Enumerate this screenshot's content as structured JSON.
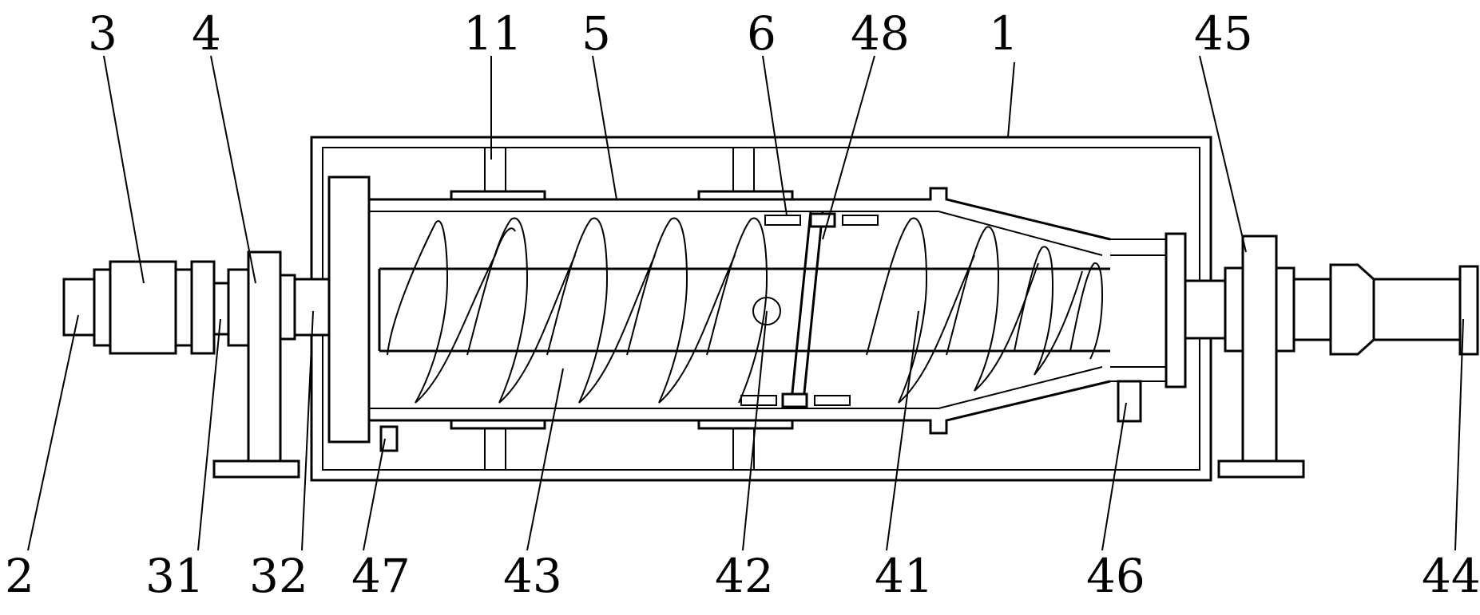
{
  "callouts": [
    {
      "id": "label-1",
      "text": "1"
    },
    {
      "id": "label-2",
      "text": "2"
    },
    {
      "id": "label-3",
      "text": "3"
    },
    {
      "id": "label-4",
      "text": "4"
    },
    {
      "id": "label-5",
      "text": "5"
    },
    {
      "id": "label-6",
      "text": "6"
    },
    {
      "id": "label-11",
      "text": "11"
    },
    {
      "id": "label-31",
      "text": "31"
    },
    {
      "id": "label-32",
      "text": "32"
    },
    {
      "id": "label-41",
      "text": "41"
    },
    {
      "id": "label-42",
      "text": "42"
    },
    {
      "id": "label-43",
      "text": "43"
    },
    {
      "id": "label-44",
      "text": "44"
    },
    {
      "id": "label-45",
      "text": "45"
    },
    {
      "id": "label-46",
      "text": "46"
    },
    {
      "id": "label-47",
      "text": "47"
    },
    {
      "id": "label-48",
      "text": "48"
    }
  ]
}
